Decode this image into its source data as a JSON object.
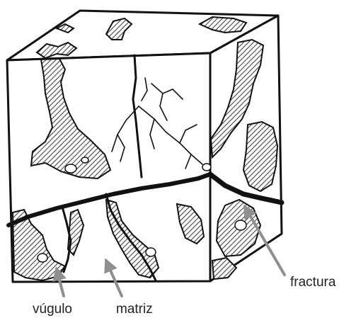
{
  "labels": {
    "vugulo": "vúgulo",
    "matriz": "matriz",
    "fractura": "fractura"
  },
  "colors": {
    "ink": "#111111",
    "hatch": "#555555",
    "arrow": "#8f8f8f",
    "background": "#ffffff"
  }
}
